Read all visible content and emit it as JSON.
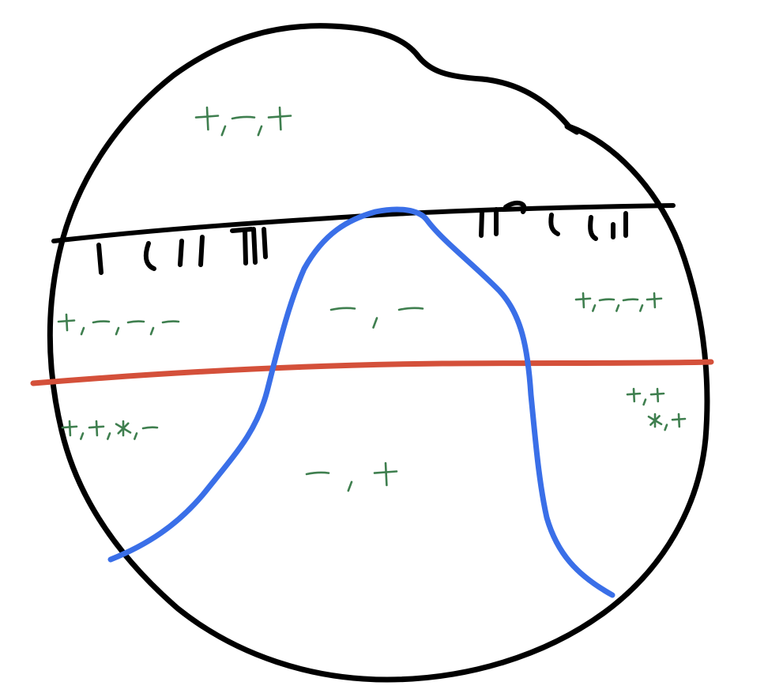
{
  "colors": {
    "background": "#ffffff",
    "outline": "#000000",
    "horizontal_line": "#d4503a",
    "curve": "#3a6fe8",
    "sign_marks": "#3f7f4f"
  },
  "regions": [
    {
      "id": "top",
      "signs": [
        "+",
        "-",
        "+"
      ]
    },
    {
      "id": "upper-left",
      "signs": [
        "+",
        "-",
        "-",
        "-"
      ]
    },
    {
      "id": "upper-middle",
      "signs": [
        "-",
        "-"
      ]
    },
    {
      "id": "upper-right",
      "signs": [
        "+",
        "-",
        "-",
        "+"
      ]
    },
    {
      "id": "lower-left",
      "signs": [
        "+",
        "+",
        "*",
        "-"
      ]
    },
    {
      "id": "lower-middle",
      "signs": [
        "-",
        "+"
      ]
    },
    {
      "id": "lower-right",
      "signs": [
        "+",
        "+",
        "*",
        "+"
      ]
    }
  ]
}
